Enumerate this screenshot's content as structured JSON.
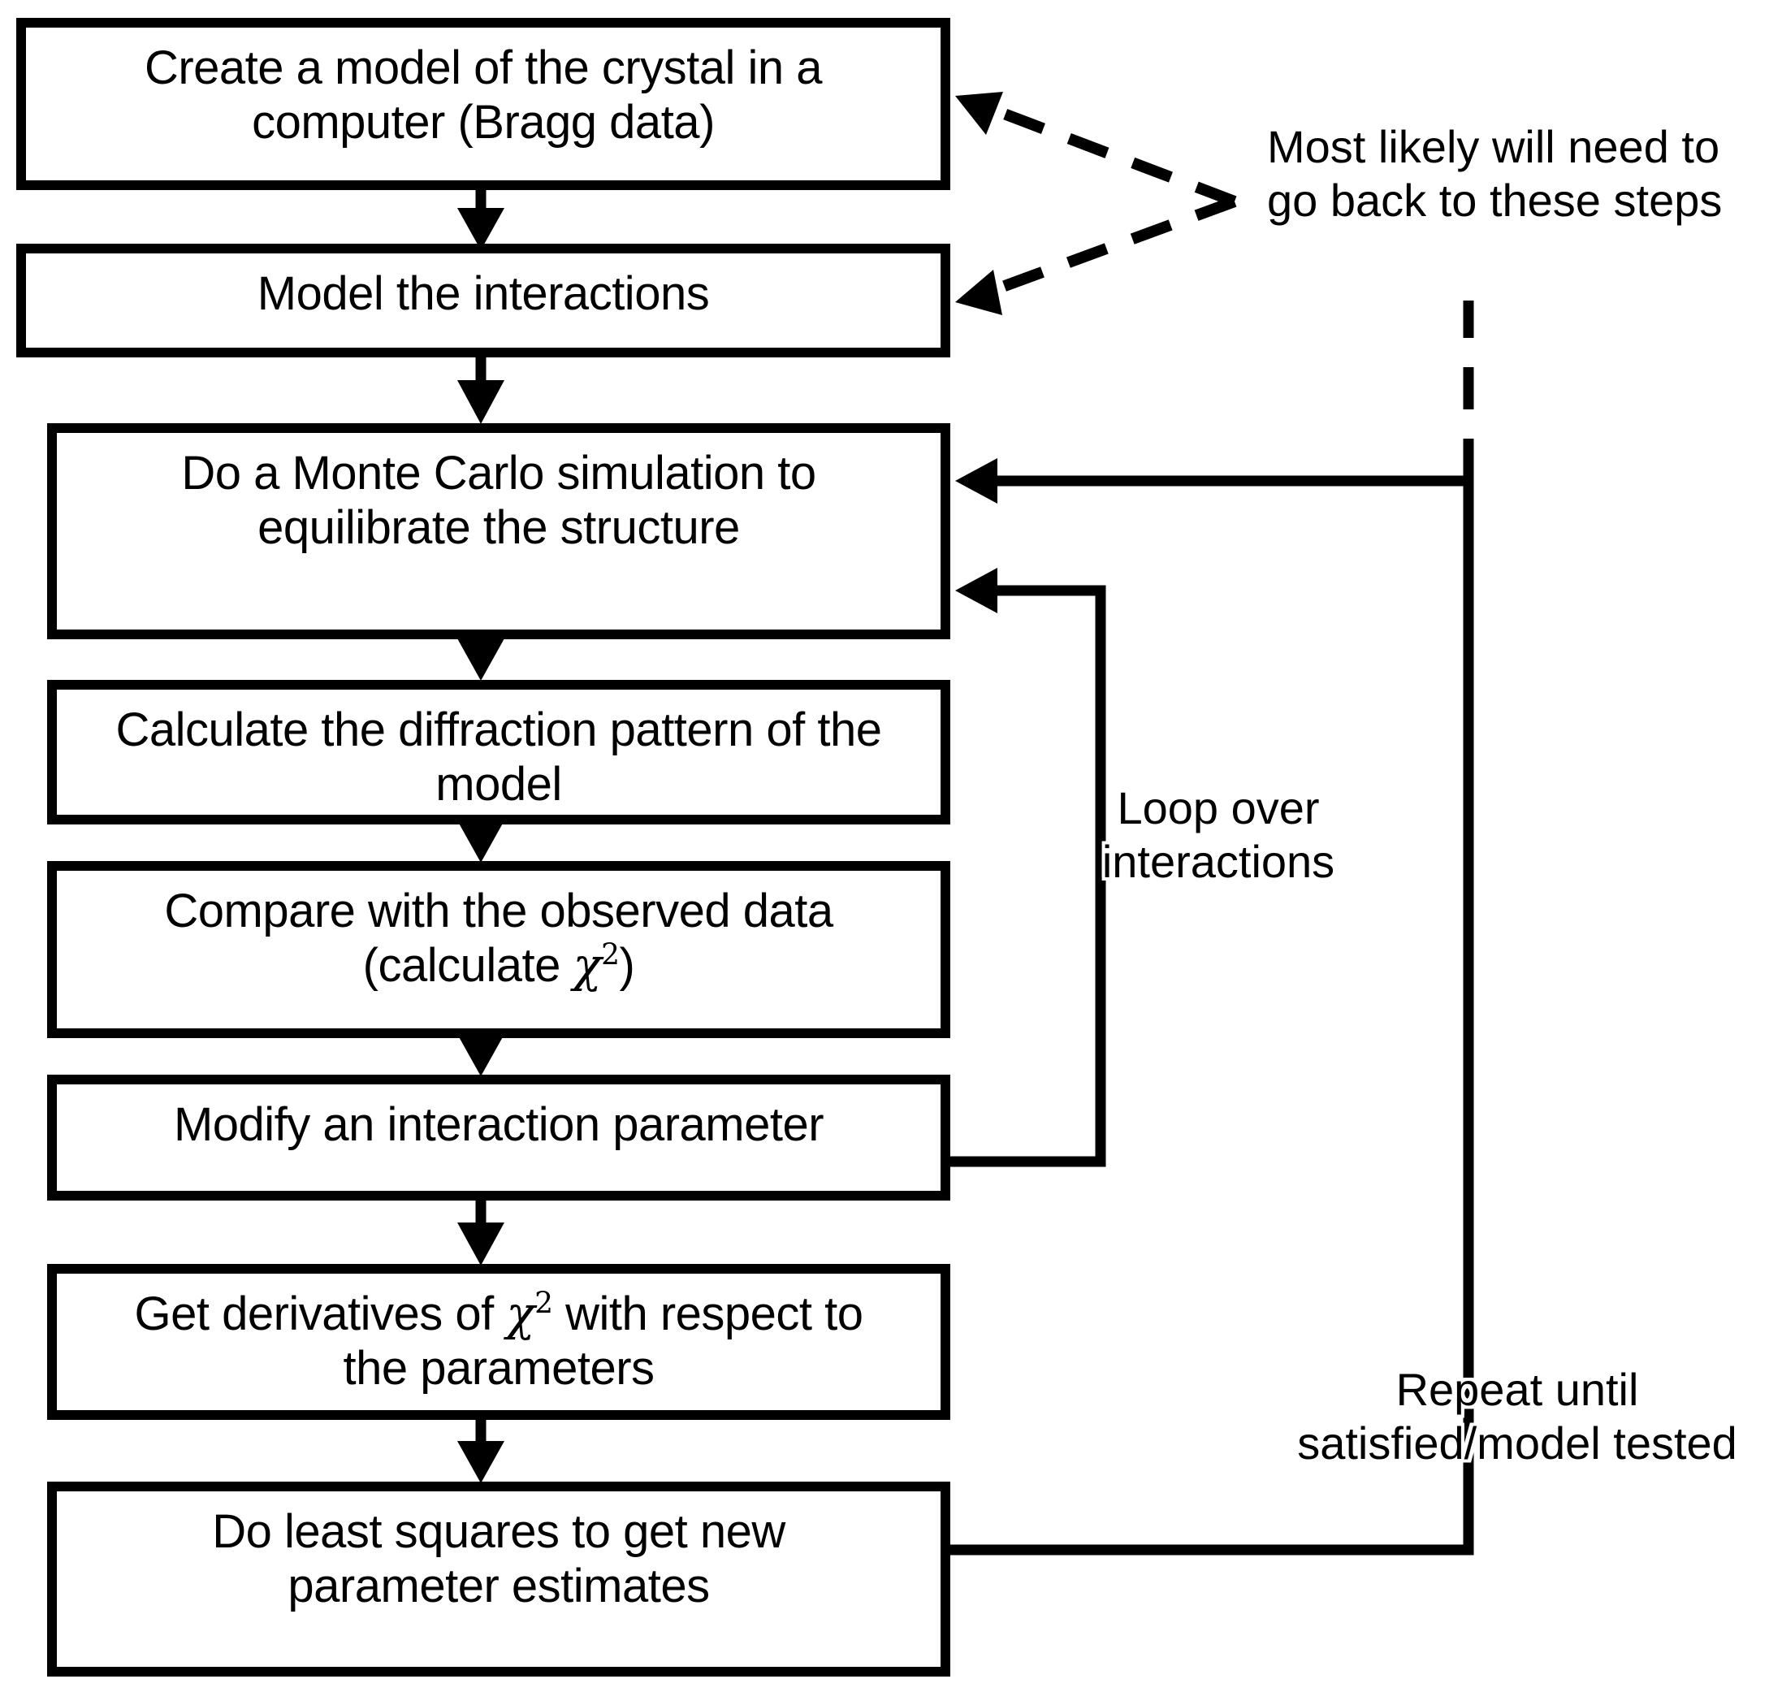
{
  "diagram": {
    "title": "Monte Carlo diffuse scattering refinement flowchart",
    "colors": {
      "stroke": "#000000",
      "background": "#ffffff",
      "text": "#000000"
    },
    "nodes": [
      {
        "id": "create-model",
        "label": "Create a model of the crystal in a\ncomputer (Bragg data)"
      },
      {
        "id": "model-interactions",
        "label": "Model the interactions"
      },
      {
        "id": "monte-carlo",
        "label": "Do a Monte Carlo simulation to\nequilibrate the structure"
      },
      {
        "id": "calculate-diffraction",
        "label": "Calculate the diffraction pattern of the\nmodel"
      },
      {
        "id": "compare-observed",
        "label_pre": "Compare with the observed data\n(calculate ",
        "label_chi": "χ",
        "label_sup": "2",
        "label_post": ")"
      },
      {
        "id": "modify-parameter",
        "label": "Modify an interaction parameter"
      },
      {
        "id": "get-derivatives",
        "label_pre": "Get derivatives of ",
        "label_chi": "χ",
        "label_sup": "2",
        "label_post": " with respect to\nthe parameters"
      },
      {
        "id": "least-squares",
        "label": "Do least squares to get new\nparameter estimates"
      }
    ],
    "annotations": [
      {
        "id": "go-back-note",
        "text": "Most likely will need to\ngo back to these steps"
      },
      {
        "id": "loop-note",
        "text": "Loop over\ninteractions"
      },
      {
        "id": "repeat-note",
        "text": "Repeat until\nsatisfied/model tested"
      }
    ],
    "connectors": [
      {
        "id": "create-to-model",
        "style": "solid",
        "arrow": "down"
      },
      {
        "id": "model-to-montecarlo",
        "style": "solid",
        "arrow": "down"
      },
      {
        "id": "montecarlo-to-calculate",
        "style": "solid",
        "arrow": "down"
      },
      {
        "id": "calculate-to-compare",
        "style": "solid",
        "arrow": "down"
      },
      {
        "id": "compare-to-modify",
        "style": "solid",
        "arrow": "down"
      },
      {
        "id": "modify-to-derivatives",
        "style": "solid",
        "arrow": "down"
      },
      {
        "id": "derivatives-to-leastsquares",
        "style": "solid",
        "arrow": "down"
      },
      {
        "id": "loop-over-interactions",
        "style": "solid",
        "arrow": "left"
      },
      {
        "id": "repeat-until-satisfied",
        "style": "solid",
        "arrow": "left"
      },
      {
        "id": "go-back-to-create",
        "style": "dashed",
        "arrow": "left"
      },
      {
        "id": "go-back-to-model",
        "style": "dashed",
        "arrow": "left"
      },
      {
        "id": "repeat-riser-dashed",
        "style": "dashed",
        "arrow": "none"
      }
    ]
  }
}
